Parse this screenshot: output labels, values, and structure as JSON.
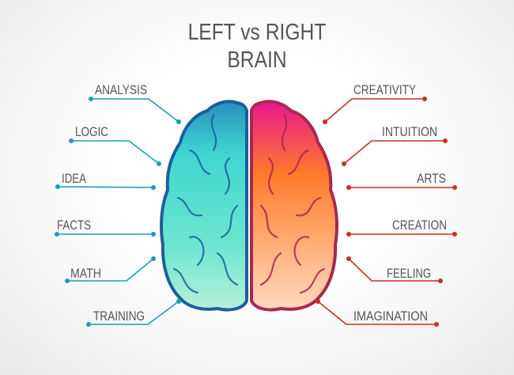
{
  "title": {
    "line1": "LEFT vs RIGHT",
    "line2": "BRAIN"
  },
  "colors": {
    "left": "#1a9fb0",
    "right": "#c9301e",
    "text": "#555555"
  },
  "left_labels": [
    "ANALYSIS",
    "LOGIC",
    "IDEA",
    "FACTS",
    "MATH",
    "TRAINING"
  ],
  "right_labels": [
    "CREATIVITY",
    "INTUITION",
    "ARTS",
    "CREATION",
    "FEELING",
    "IMAGINATION"
  ]
}
